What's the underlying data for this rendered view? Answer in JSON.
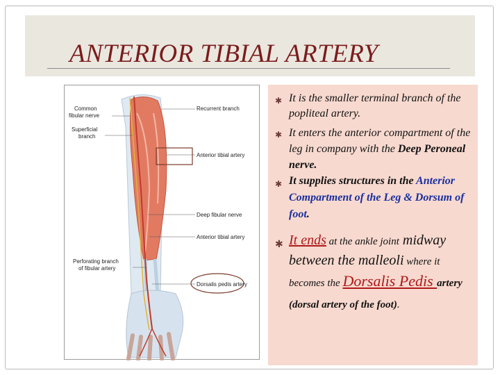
{
  "title": "ANTERIOR TIBIAL ARTERY",
  "figure": {
    "labels": {
      "common_fibular": [
        "Common",
        "fibular nerve"
      ],
      "superficial": [
        "Superficial",
        "branch"
      ],
      "perforating": [
        "Perforating branch",
        "of fibular artery"
      ],
      "recurrent": "Recurrent branch",
      "anterior_tibial_top": "Anterior tibial artery",
      "deep_fibular": "Deep fibular nerve",
      "anterior_tibial_bottom": "Anterior tibial artery",
      "dorsalis_pedis": "Dorsalis pedis artery"
    }
  },
  "bullets": {
    "b1": {
      "text": "It is the smaller terminal branch of the popliteal artery."
    },
    "b2": {
      "pre": "It enters the anterior compartment of the leg in company with the ",
      "bold": "Deep Peroneal nerve."
    },
    "b3": {
      "pre": "It supplies structures in the ",
      "blue": "Anterior Compartment of the Leg & Dorsum of foot",
      "post": "."
    },
    "b4": {
      "ends": "It ends",
      "at": " at the ankle joint",
      "midway": " midway between the malleoli",
      "where": " where it becomes the ",
      "dp": "Dorsalis Pedis ",
      "artery": "artery",
      "paren_open": "(",
      "paren": "dorsal artery of the foot",
      "paren_close": ")",
      "period": "."
    }
  },
  "colors": {
    "title": "#7a1c1c",
    "panel": "#f7d9cf",
    "accent_blue": "#1a2fa0",
    "accent_red": "#b01818"
  }
}
